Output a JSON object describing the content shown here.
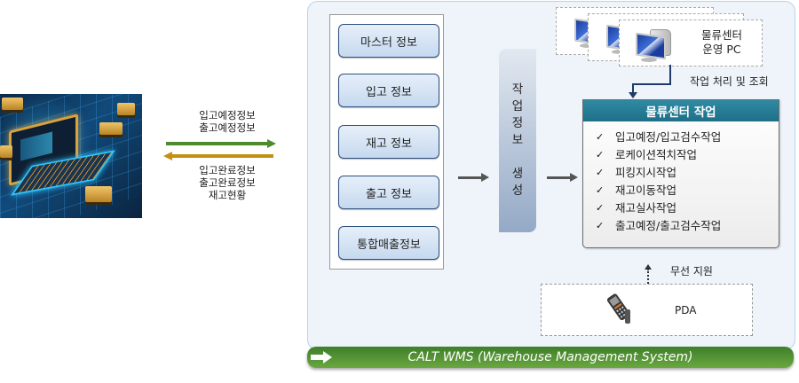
{
  "left_image": {
    "alt": "laptop with logistics trucks illustration"
  },
  "exchange": {
    "outbound_lines": [
      "입고예정정보",
      "출고예정정보"
    ],
    "inbound_lines": [
      "입고완료정보",
      "출고완료정보",
      "재고현황"
    ],
    "colors": {
      "outbound": "#4e8a2e",
      "inbound": "#c49010"
    }
  },
  "info_buttons": [
    {
      "label": "마스터 정보"
    },
    {
      "label": "입고 정보"
    },
    {
      "label": "재고 정보"
    },
    {
      "label": "출고 정보"
    },
    {
      "label": "통합매출정보"
    }
  ],
  "generation": {
    "chars_top": [
      "작",
      "업",
      "정",
      "보"
    ],
    "chars_bottom": [
      "생",
      "성"
    ]
  },
  "center_pc": {
    "label_line1": "물류센터",
    "label_line2": "운영 PC",
    "icon": "desktop-pc-icon"
  },
  "work_process_label": "작업 처리 및 조회",
  "work_box": {
    "title": "물류센터 작업",
    "check_glyph": "✓",
    "items": [
      "입고예정/입고검수작업",
      "로케이션적치작업",
      "피킹지시작업",
      "재고이동작업",
      "재고실사작업",
      "출고예정/출고검수작업"
    ],
    "header_color": "#1e6f87"
  },
  "wireless_label": "무선 지원",
  "pda": {
    "label": "PDA",
    "icon": "handheld-scanner-icon"
  },
  "footer": {
    "title": "CALT WMS (Warehouse Management System)",
    "color": "#4f8f33"
  }
}
